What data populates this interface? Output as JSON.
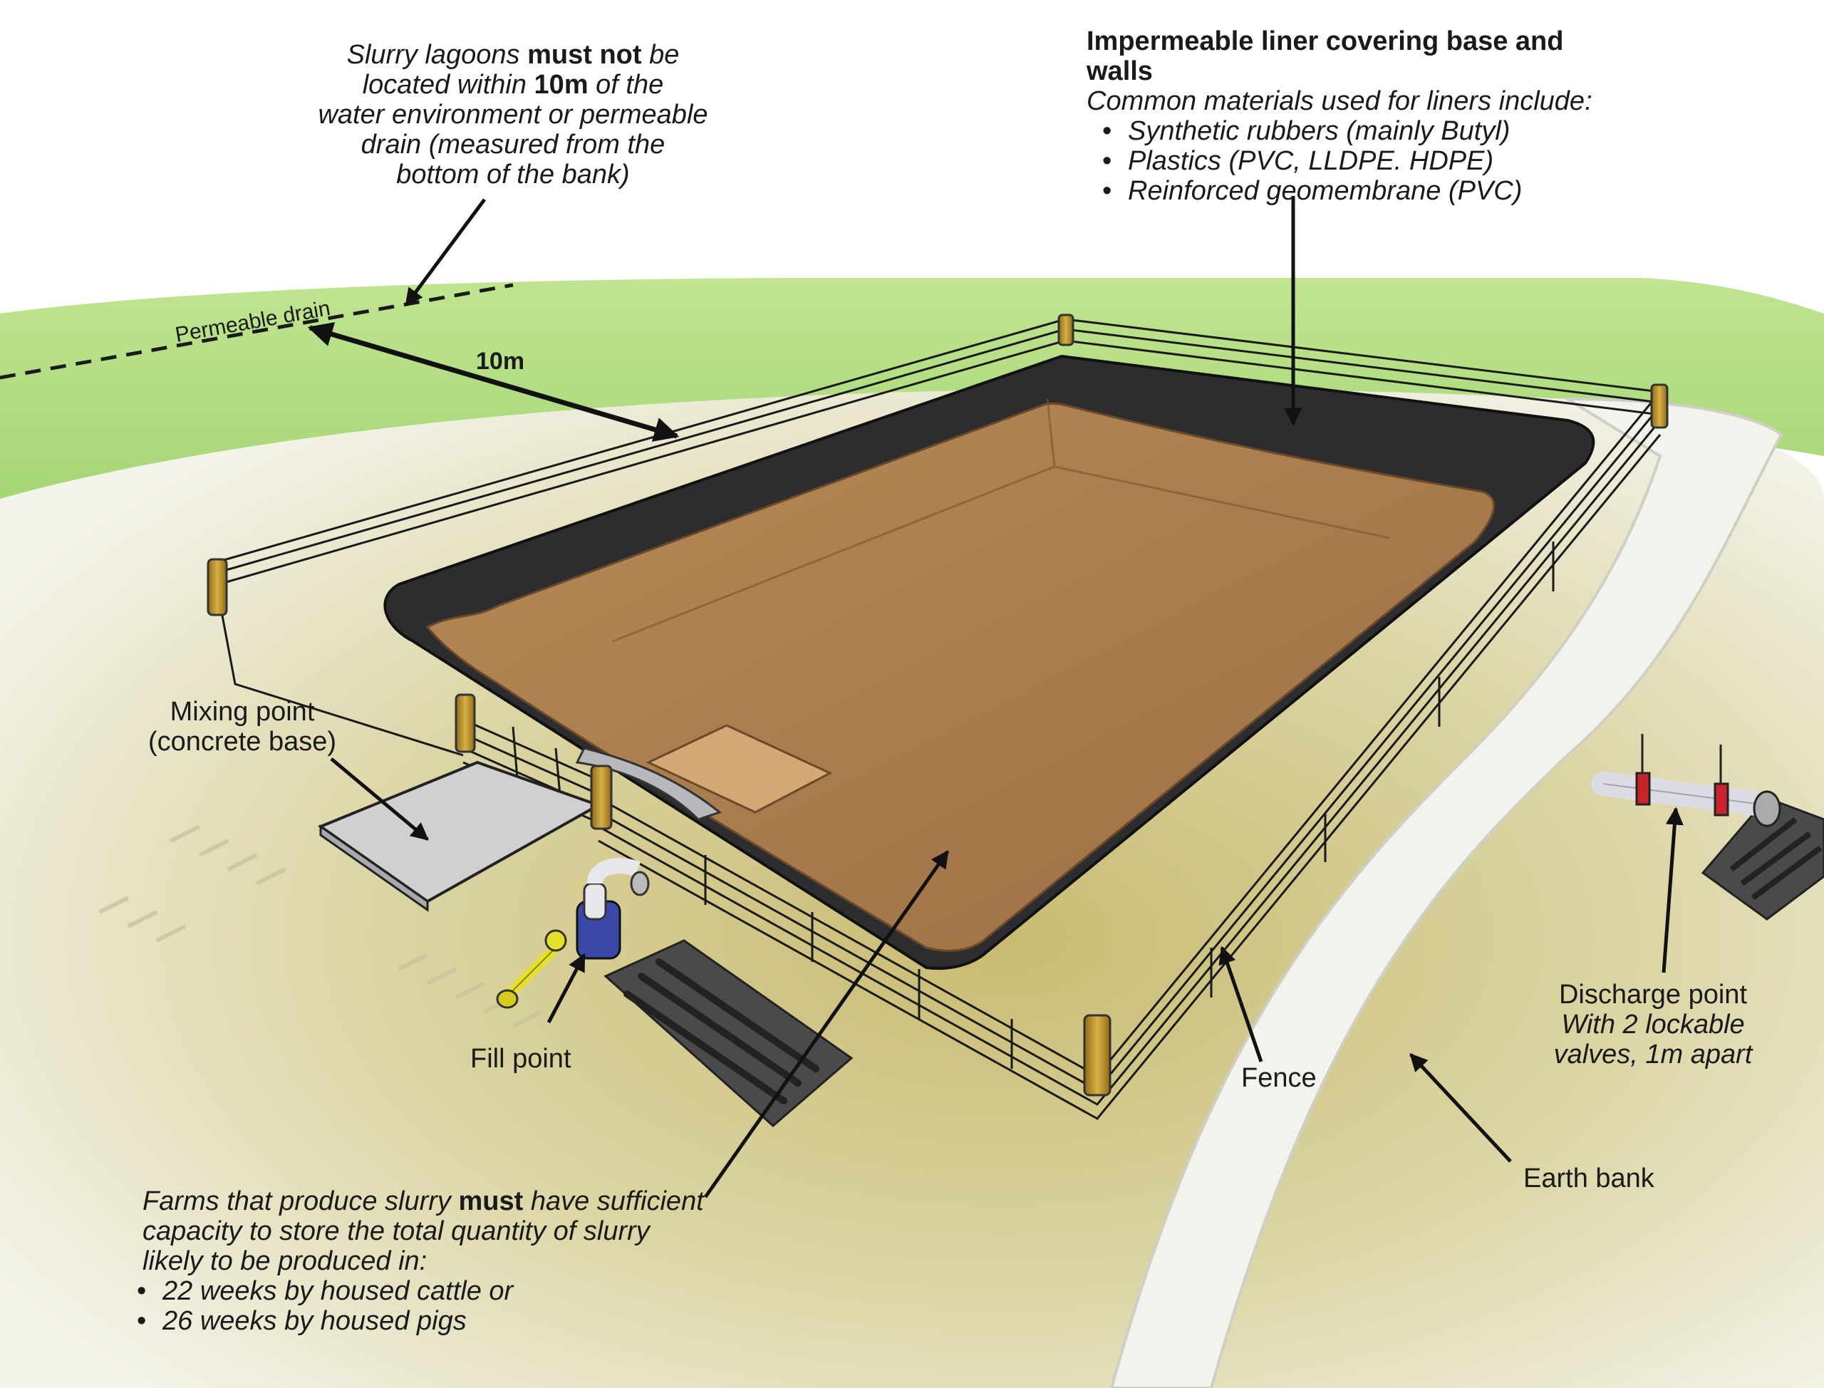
{
  "colors": {
    "grass": "#9fd36a",
    "slurry": "#a87b4c",
    "liner": "#2c2c2e",
    "fence": "#c9a35a",
    "post": "#c49a2c",
    "ground": "#e8e2b4",
    "bank": "#f2f2ee",
    "pump_body": "#3a48a8",
    "pump_arm": "#e7e02a",
    "valve": "#c8242c",
    "arrow": "#111111"
  },
  "labels": {
    "slurry_location": {
      "line1_pre": "Slurry lagoons ",
      "line1_bold": "must not",
      "line1_post": " be",
      "line2_pre": "located within ",
      "line2_bold": "10m",
      "line2_post": " of the",
      "line3": "water environment or  permeable",
      "line4": "drain (measured from the",
      "line5": "bottom of the bank)"
    },
    "liner": {
      "title": "Impermeable liner covering base and walls",
      "subtitle": "Common materials used for liners include:",
      "items": [
        "Synthetic rubbers (mainly Butyl)",
        "Plastics (PVC, LLDPE. HDPE)",
        "Reinforced geomembrane (PVC)"
      ]
    },
    "permeable_drain": "Permeable drain",
    "distance": "10m",
    "mixing_point": {
      "line1": "Mixing point",
      "line2": "(concrete base)"
    },
    "fill_point": "Fill point",
    "fence": "Fence",
    "earth_bank": "Earth bank",
    "discharge": {
      "title": "Discharge point",
      "line1": "With 2 lockable",
      "line2": "valves, 1m apart"
    },
    "capacity": {
      "line1_pre": "Farms that produce slurry ",
      "line1_bold": "must",
      "line1_post": " have sufficient",
      "line2": "capacity to store the total quantity of slurry",
      "line3": "likely to be produced in:",
      "items": [
        "22 weeks by housed cattle or",
        "26 weeks by housed pigs"
      ]
    }
  }
}
